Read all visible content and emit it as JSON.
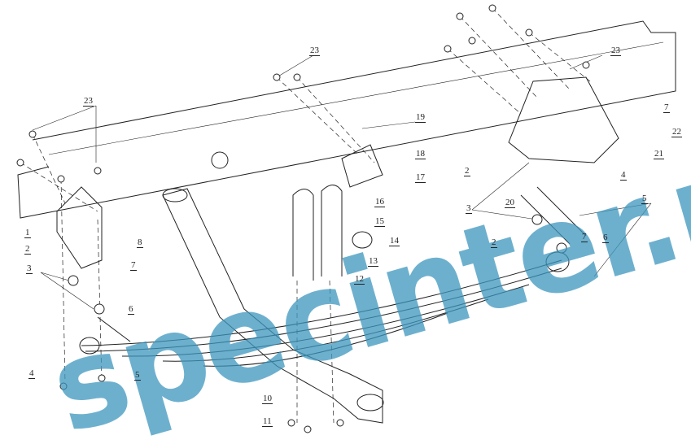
{
  "diagram": {
    "title": "Front suspension leaf spring exploded view",
    "watermark": "specinter.ru",
    "callouts": [
      {
        "id": "c1",
        "label": "1"
      },
      {
        "id": "c2",
        "label": "2"
      },
      {
        "id": "c3",
        "label": "3"
      },
      {
        "id": "c7a",
        "label": "7"
      },
      {
        "id": "c8",
        "label": "8"
      },
      {
        "id": "c23a",
        "label": "23"
      },
      {
        "id": "c6a",
        "label": "6"
      },
      {
        "id": "c5a",
        "label": "5"
      },
      {
        "id": "c4a",
        "label": "4"
      },
      {
        "id": "c23b",
        "label": "23"
      },
      {
        "id": "c19",
        "label": "19"
      },
      {
        "id": "c18",
        "label": "18"
      },
      {
        "id": "c17",
        "label": "17"
      },
      {
        "id": "c16",
        "label": "16"
      },
      {
        "id": "c15",
        "label": "15"
      },
      {
        "id": "c14",
        "label": "14"
      },
      {
        "id": "c13",
        "label": "13"
      },
      {
        "id": "c12",
        "label": "12"
      },
      {
        "id": "c10",
        "label": "10"
      },
      {
        "id": "c11",
        "label": "11"
      },
      {
        "id": "c23c",
        "label": "23"
      },
      {
        "id": "c7b",
        "label": "7"
      },
      {
        "id": "c22",
        "label": "22"
      },
      {
        "id": "c21",
        "label": "21"
      },
      {
        "id": "c4b",
        "label": "4"
      },
      {
        "id": "c2b",
        "label": "2"
      },
      {
        "id": "c20",
        "label": "20"
      },
      {
        "id": "c3b",
        "label": "3"
      },
      {
        "id": "c2c",
        "label": "2"
      },
      {
        "id": "c7c",
        "label": "7"
      },
      {
        "id": "c6b",
        "label": "6"
      },
      {
        "id": "c5b",
        "label": "5"
      }
    ]
  }
}
